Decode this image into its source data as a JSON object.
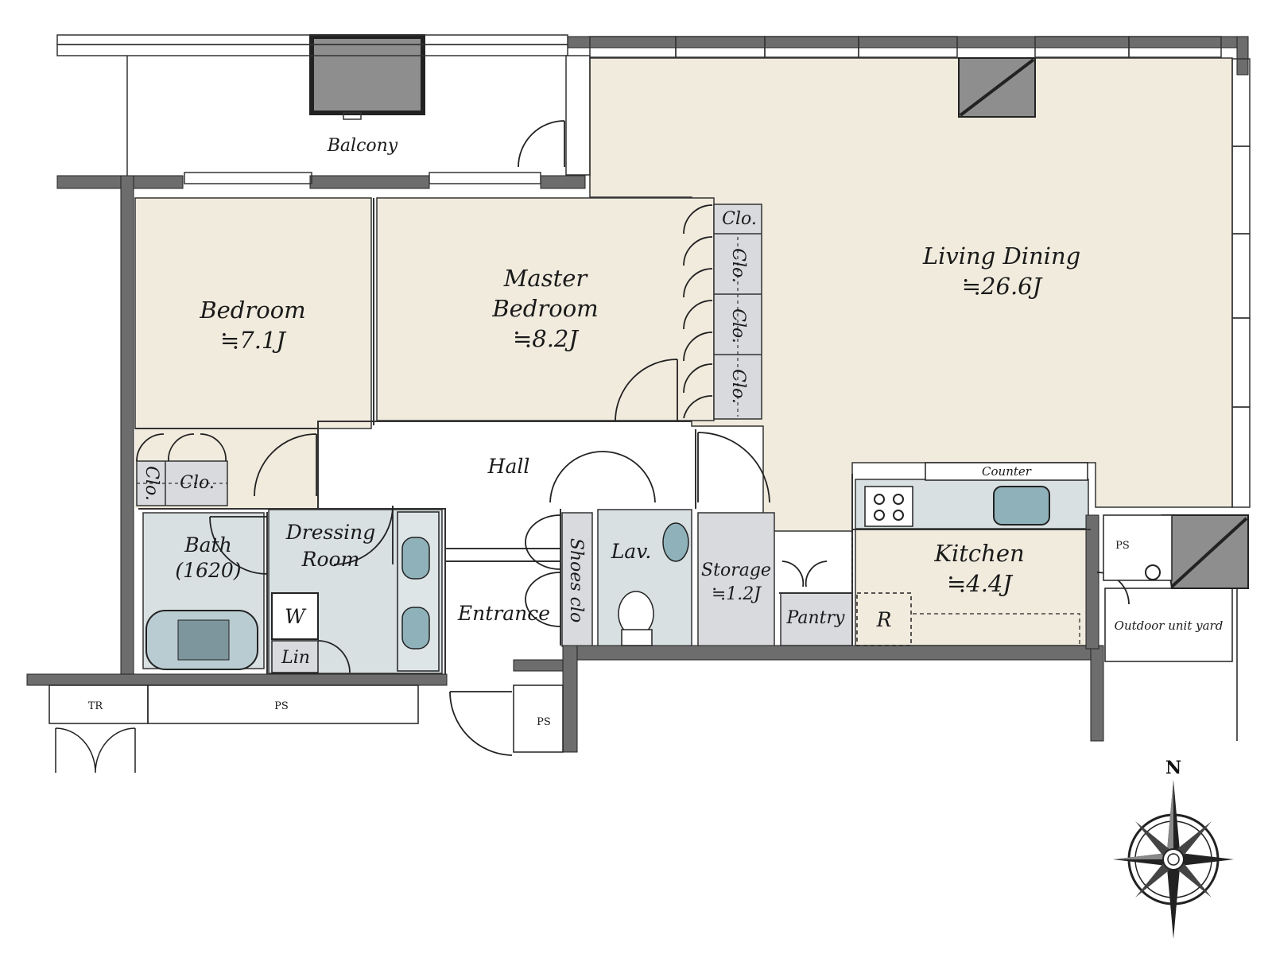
{
  "colors": {
    "floor": "#f0ebdd",
    "wet": "#d8e0e2",
    "storage": "#d9dade",
    "wall": "#6d6d6d",
    "column": "#8e8e8e",
    "line": "#222222"
  },
  "rooms": {
    "balcony": "Balcony",
    "bedroom": {
      "name": "Bedroom",
      "area": "≒7.1J"
    },
    "master_bedroom": {
      "name_line1": "Master",
      "name_line2": "Bedroom",
      "area": "≒8.2J"
    },
    "living_dining": {
      "name": "Living Dining",
      "area": "≒26.6J"
    },
    "hall": "Hall",
    "bath": {
      "name": "Bath",
      "size": "(1620)"
    },
    "dressing_room": {
      "line1": "Dressing",
      "line2": "Room"
    },
    "washer": "W",
    "linen": "Lin",
    "entrance": "Entrance",
    "shoes_closet": "Shoes clo",
    "lavatory": "Lav.",
    "storage": {
      "name": "Storage",
      "area": "≒1.2J"
    },
    "pantry": "Pantry",
    "kitchen": {
      "name": "Kitchen",
      "area": "≒4.4J"
    },
    "refrigerator": "R",
    "counter": "Counter",
    "outdoor_unit_yard": "Outdoor unit yard",
    "closet_horizontal": "Clo.",
    "closet_vertical": "Clo.",
    "bedroom_closet_1": "Clo.",
    "bedroom_closet_2": "Clo.",
    "trunk_room": "TR",
    "pipe_space": "PS"
  },
  "compass": {
    "north": "N"
  }
}
